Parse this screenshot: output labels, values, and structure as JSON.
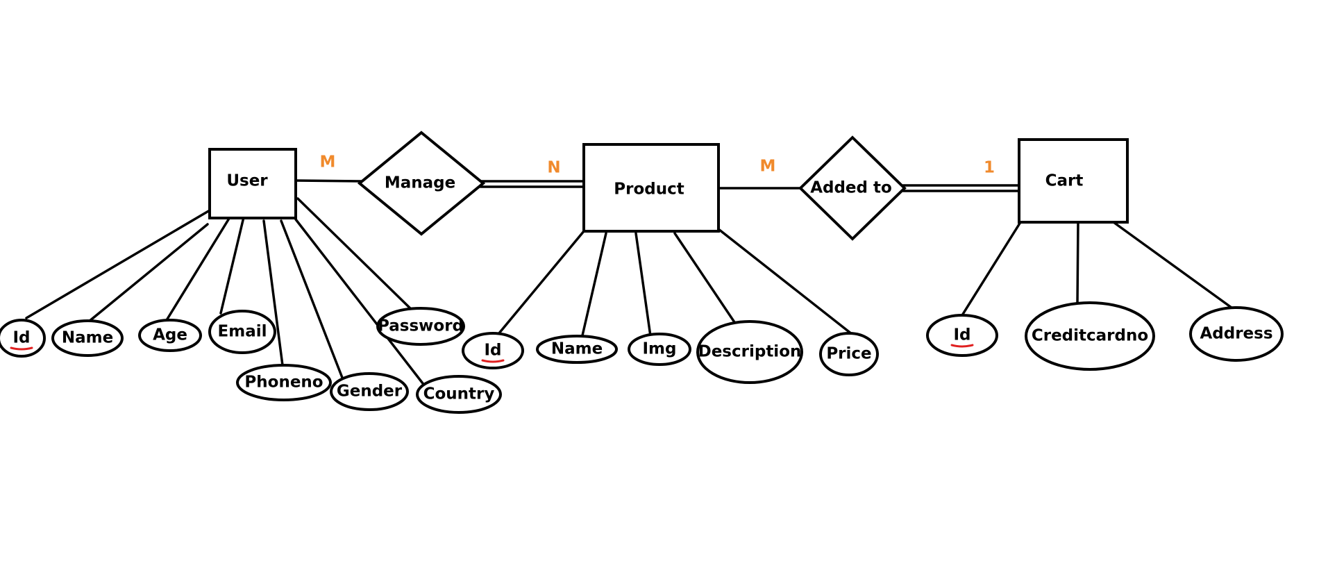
{
  "colors": {
    "ink": "#000000",
    "cardinality": "#f08a2c",
    "key_underline": "#e02020"
  },
  "entities": [
    {
      "id": "user",
      "label": "User"
    },
    {
      "id": "product",
      "label": "Product"
    },
    {
      "id": "cart",
      "label": "Cart"
    }
  ],
  "relationships": [
    {
      "id": "manage",
      "label": "Manage"
    },
    {
      "id": "added_to",
      "label": "Added to"
    }
  ],
  "cardinalities": [
    {
      "id": "user-manage",
      "label": "M"
    },
    {
      "id": "manage-product",
      "label": "N"
    },
    {
      "id": "product-added",
      "label": "M"
    },
    {
      "id": "added-cart",
      "label": "1"
    }
  ],
  "attributes": [
    {
      "id": "user-id",
      "entity": "user",
      "label": "Id",
      "key": true
    },
    {
      "id": "user-name",
      "entity": "user",
      "label": "Name"
    },
    {
      "id": "user-age",
      "entity": "user",
      "label": "Age"
    },
    {
      "id": "user-email",
      "entity": "user",
      "label": "Email"
    },
    {
      "id": "user-phoneno",
      "entity": "user",
      "label": "Phoneno"
    },
    {
      "id": "user-gender",
      "entity": "user",
      "label": "Gender"
    },
    {
      "id": "user-country",
      "entity": "user",
      "label": "Country"
    },
    {
      "id": "user-password",
      "entity": "user",
      "label": "Password"
    },
    {
      "id": "product-id",
      "entity": "product",
      "label": "Id",
      "key": true
    },
    {
      "id": "product-name",
      "entity": "product",
      "label": "Name"
    },
    {
      "id": "product-img",
      "entity": "product",
      "label": "Img"
    },
    {
      "id": "product-description",
      "entity": "product",
      "label": "Description"
    },
    {
      "id": "product-price",
      "entity": "product",
      "label": "Price"
    },
    {
      "id": "cart-id",
      "entity": "cart",
      "label": "Id",
      "key": true
    },
    {
      "id": "cart-creditcardno",
      "entity": "cart",
      "label": "Creditcardno"
    },
    {
      "id": "cart-address",
      "entity": "cart",
      "label": "Address"
    }
  ]
}
